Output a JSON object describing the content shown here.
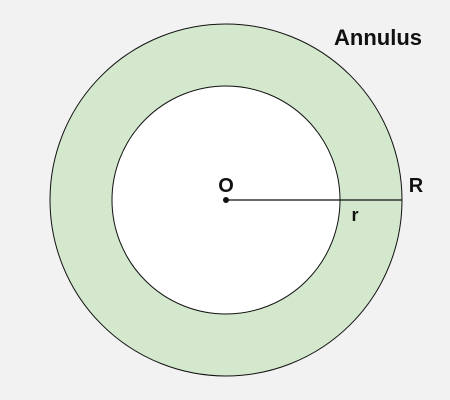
{
  "diagram": {
    "title": "Annulus",
    "center_label": "O",
    "outer_radius_label": "R",
    "inner_radius_label": "r",
    "colors": {
      "background": "#f2f2f2",
      "annulus_fill": "#d3e8cc",
      "inner_fill": "#ffffff",
      "stroke": "#111111"
    }
  }
}
